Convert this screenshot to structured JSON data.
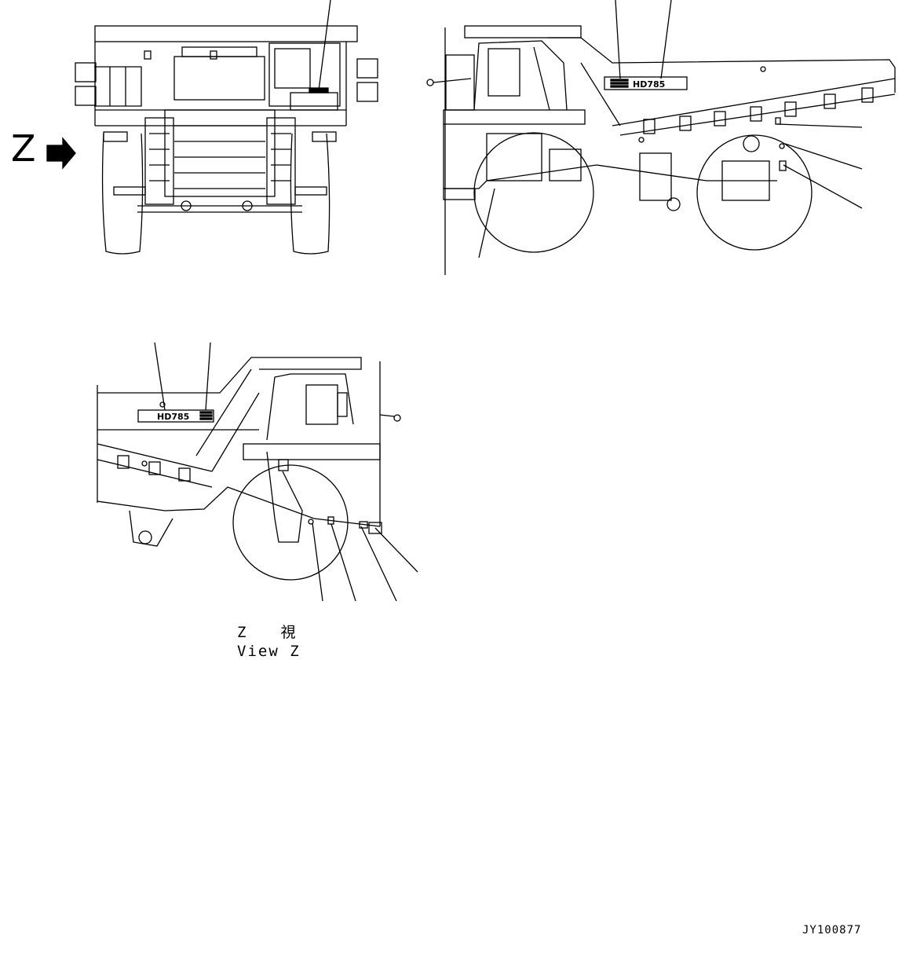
{
  "view_letter": "Z",
  "view_caption_jp": "Z　　視",
  "view_caption_en": "View Z",
  "decal_model_text": "HD785",
  "drawing_id": "JY100877"
}
